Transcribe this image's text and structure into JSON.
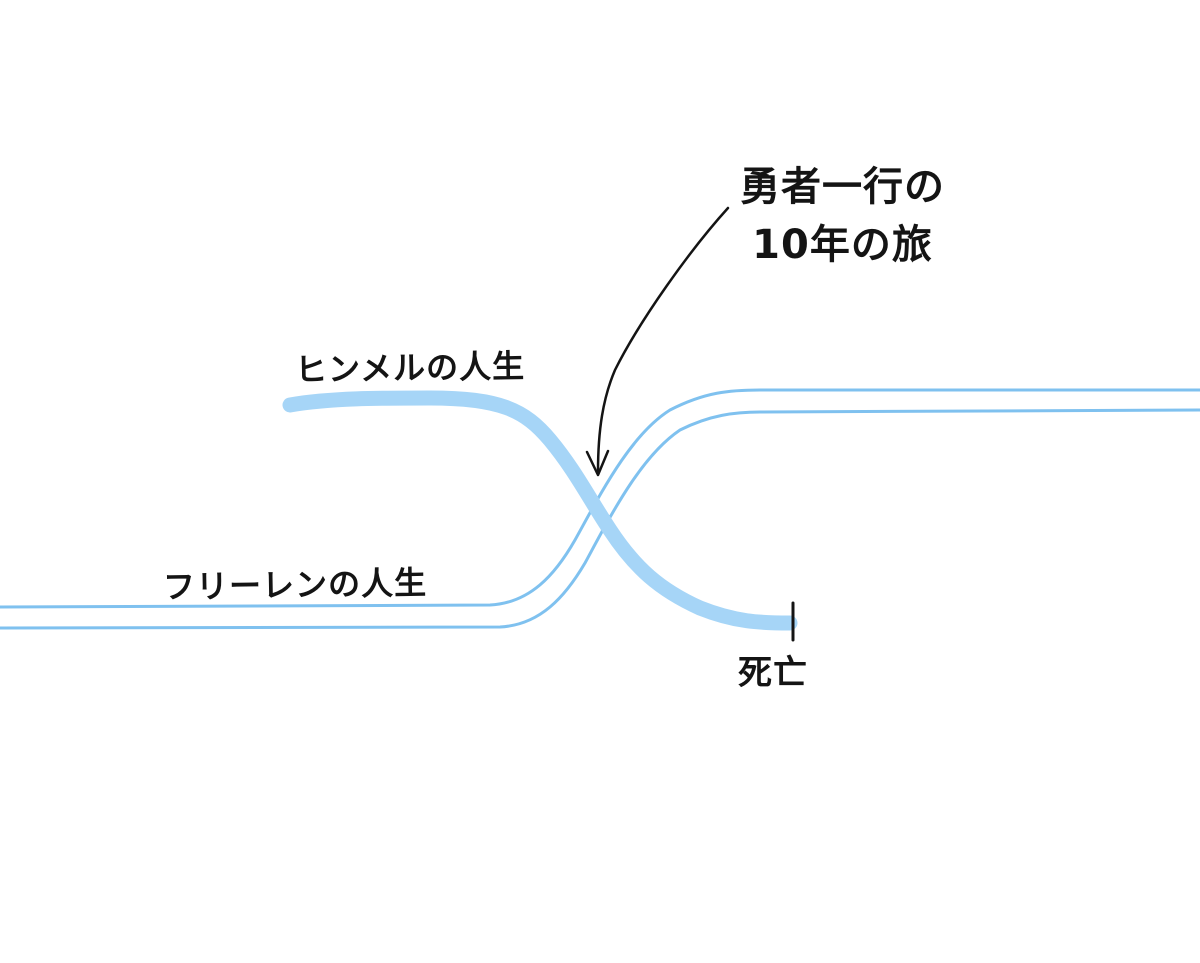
{
  "labels": {
    "himmel": "ヒンメルの人生",
    "frieren": "フリーレンの人生",
    "journey_line1": "勇者一行の",
    "journey_line2": "10年の旅",
    "death": "死亡"
  },
  "colors": {
    "himmel_line": "#a6d5f7",
    "frieren_line": "#7fc1ef",
    "arrow": "#141414",
    "text": "#141414",
    "background": "#ffffff"
  }
}
